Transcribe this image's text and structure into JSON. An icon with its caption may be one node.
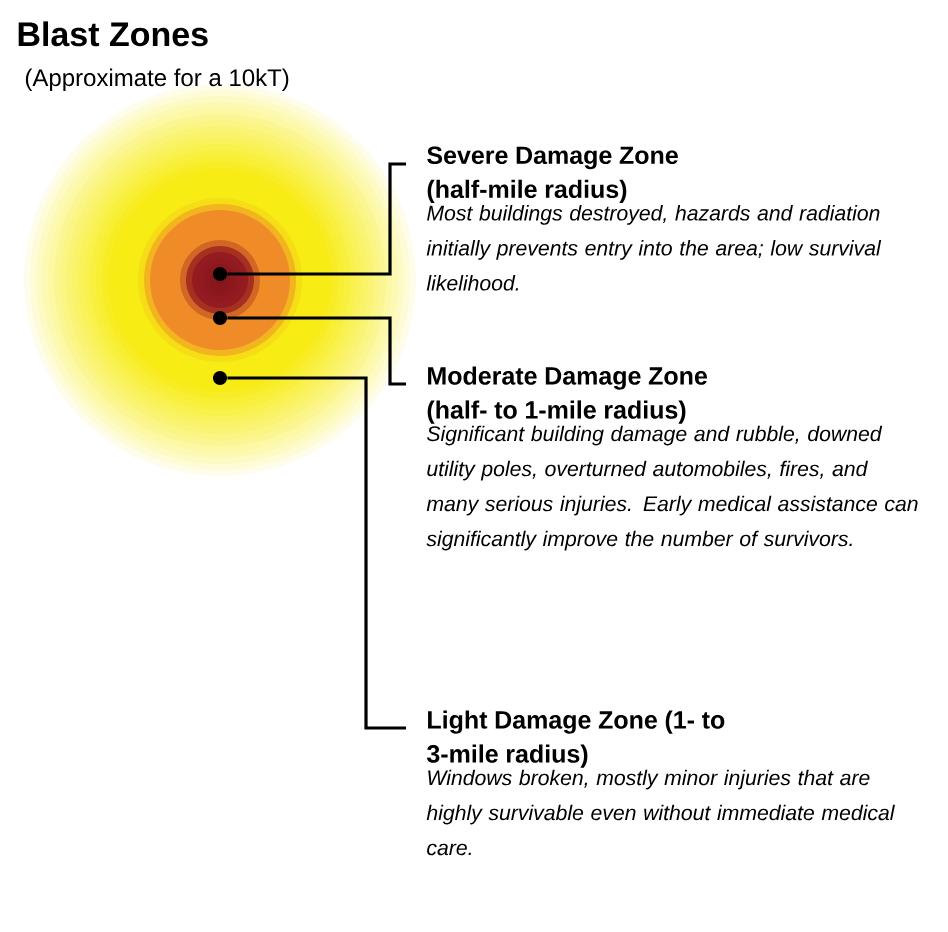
{
  "diagram": {
    "title": "Blast Zones",
    "nodes": [
      {
        "text": [
          "Severe Damage Zone (half-mile radius)",
          "Most buildings destroyed, hazards and radiation initially prevents entry into the area; low survival likelihood."
        ]
      },
      {
        "text": [
          "Moderate Damage Zone (half- to 1-mile radius)",
          "Significant building damage and rubble, downed utility poles, overturned automobiles, fires, and many serious injuries. Early medical assistance can significantly improve the number of survivors."
        ]
      },
      {
        "text": [
          "Light Damage Zone (1- to 3-mile radius)",
          "Windows broken, mostly minor injuries that are highly survivable even without immediate medical care."
        ]
      },
      {
        "text": [],
        "shape": "circle"
      },
      {
        "text": [],
        "shape": "circle"
      },
      {
        "text": [],
        "shape": "circle"
      }
    ],
    "edges": [
      {
        "from": 0,
        "to": 3,
        "arrow": "none"
      },
      {
        "from": 1,
        "to": 4,
        "arrow": "none"
      },
      {
        "from": 2,
        "to": 5,
        "arrow": "none"
      }
    ],
    "labels": [
      "(Approximate for a 10kT)"
    ]
  }
}
